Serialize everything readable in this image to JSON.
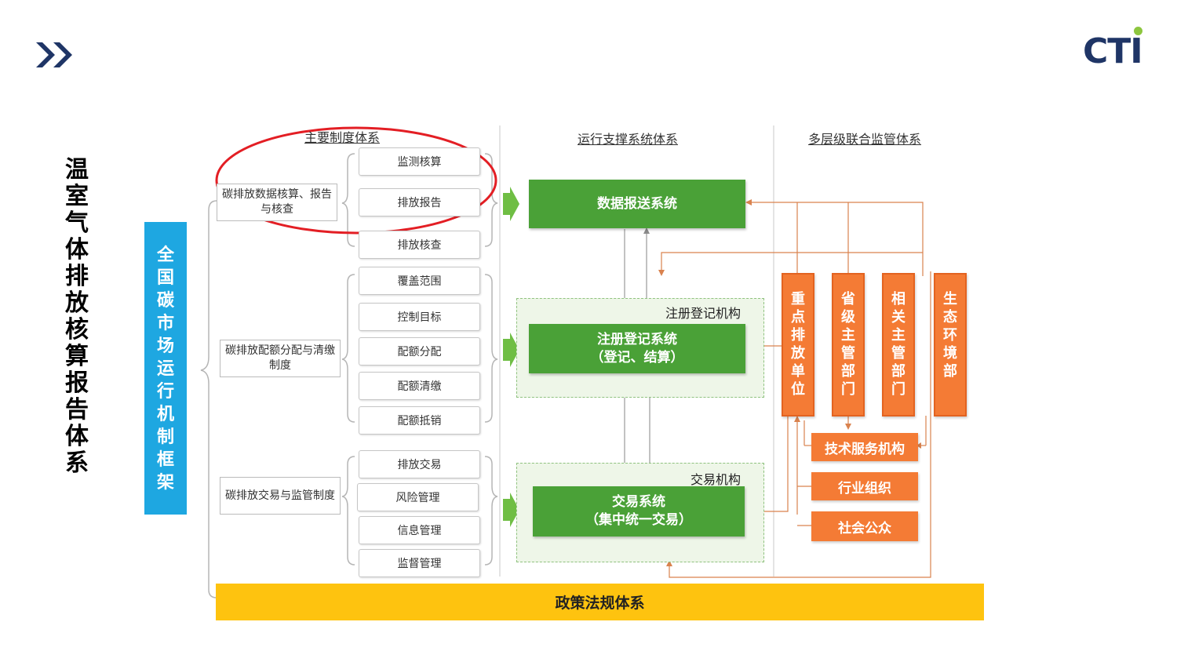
{
  "vertical_title": "温室气体排放核算报告体系",
  "framework": {
    "title": "全国碳市场运行机制框架",
    "columns": {
      "systems": "主要制度体系",
      "support": "运行支撑系统体系",
      "supervision": "多层级联合监管体系"
    },
    "categories": [
      {
        "label": "碳排放数据核算、报告与核查",
        "items": [
          "监测核算",
          "排放报告",
          "排放核查"
        ]
      },
      {
        "label": "碳排放配额分配与清缴制度",
        "items": [
          "覆盖范围",
          "控制目标",
          "配额分配",
          "配额清缴",
          "配额抵销"
        ]
      },
      {
        "label": "碳排放交易与监管制度",
        "items": [
          "排放交易",
          "风险管理",
          "信息管理",
          "监督管理"
        ]
      }
    ],
    "green_systems": {
      "data_report": "数据报送系统",
      "registry_line1": "注册登记系统",
      "registry_line2": "（登记、结算）",
      "trading_line1": "交易系统",
      "trading_line2": "（集中统一交易）"
    },
    "institutions": {
      "registry": "注册登记机构",
      "trading": "交易机构"
    },
    "supervisors": [
      "重点排放单位",
      "省级主管部门",
      "相关主管部门",
      "生态环境部"
    ],
    "others": [
      "技术服务机构",
      "行业组织",
      "社会公众"
    ],
    "policy_bar": "政策法规体系"
  },
  "logo": {
    "text": "CTI",
    "text_color": "#1f3566",
    "dot_color": "#8dc63f"
  },
  "colors": {
    "blue": "#1ea7e1",
    "green": "#4aa137",
    "orange": "#f47b35",
    "yellow": "#fec30f",
    "highlight_ellipse": "#e31e24"
  }
}
